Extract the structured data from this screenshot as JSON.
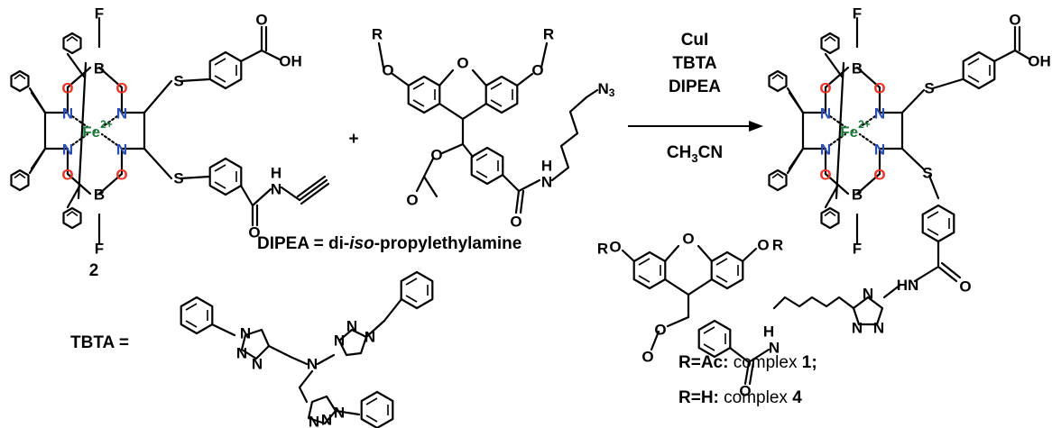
{
  "colors": {
    "black": "#000000",
    "oxygen": "#e8352a",
    "nitrogen": "#2a4fb0",
    "iron": "#1e7a3a"
  },
  "atoms": {
    "F": "F",
    "B": "B",
    "O": "O",
    "N": "N",
    "S": "S",
    "H": "H",
    "R": "R",
    "OH": "OH",
    "N3": "N",
    "N3_sub": "3",
    "Fe": "Fe",
    "Fe_charge": "2+"
  },
  "scheme": {
    "plus": "+",
    "reagents": [
      "CuI",
      "TBTA",
      "DIPEA"
    ],
    "solvent_main": "CH",
    "solvent_sub": "3",
    "solvent_tail": "CN",
    "compound2_label": "2",
    "dipea_def_a": "DIPEA = di-",
    "dipea_def_b": "iso",
    "dipea_def_c": "-propylethylamine",
    "tbta_label": "TBTA =",
    "r1_prefix": "R=Ac:",
    "r1_text": " complex ",
    "r1_num": "1;",
    "r2_prefix": "R=H:",
    "r2_text": " complex ",
    "r2_num": "4"
  }
}
